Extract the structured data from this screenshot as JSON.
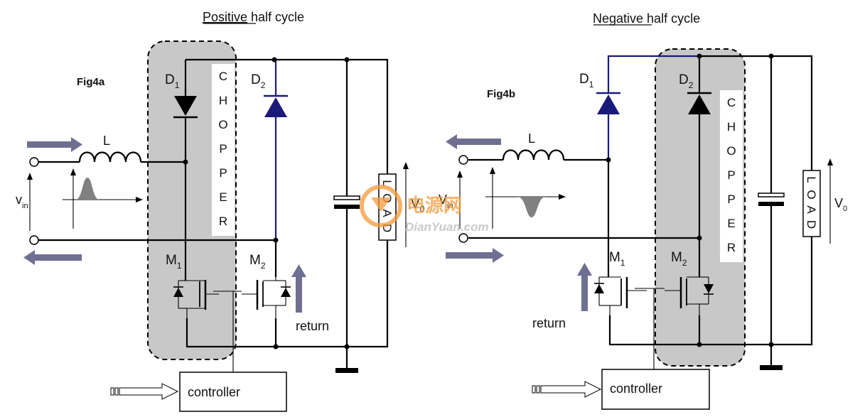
{
  "left": {
    "title_emph": "Positive",
    "title_rest": " half cycle",
    "fig_label": "Fig4a",
    "d1": "D",
    "d1_sub": "1",
    "d2": "D",
    "d2_sub": "2",
    "m1": "M",
    "m1_sub": "1",
    "m2": "M",
    "m2_sub": "2",
    "inductor": "L",
    "vin": "v",
    "vin_sub": "in",
    "v0": "V",
    "v0_sub": "0",
    "chopper": [
      "C",
      "H",
      "O",
      "P",
      "P",
      "E",
      "R"
    ],
    "load": [
      "L",
      "O",
      "A",
      "D"
    ],
    "return_label": "return",
    "controller": "controller"
  },
  "right": {
    "title_emph": "Negative",
    "title_rest": " half cycle",
    "fig_label": "Fig4b",
    "d1": "D",
    "d1_sub": "1",
    "d2": "D",
    "d2_sub": "2",
    "m1": "M",
    "m1_sub": "1",
    "m2": "M",
    "m2_sub": "2",
    "inductor": "L",
    "vin": "V",
    "vin_sub": "in",
    "v0": "V",
    "v0_sub": "0",
    "chopper": [
      "C",
      "H",
      "O",
      "P",
      "P",
      "E",
      "R"
    ],
    "load": [
      "L",
      "O",
      "A",
      "D"
    ],
    "return_label": "return",
    "controller": "controller"
  },
  "watermark": {
    "chinese": "电源网",
    "site": "DianYuan.com"
  },
  "colors": {
    "wire": "#000000",
    "wire_highlight": "#1a1a7a",
    "chopper_fill": "#c8c8c8",
    "flow_arrow": "#6f6f92",
    "watermark_orange": "#f29a3a"
  }
}
